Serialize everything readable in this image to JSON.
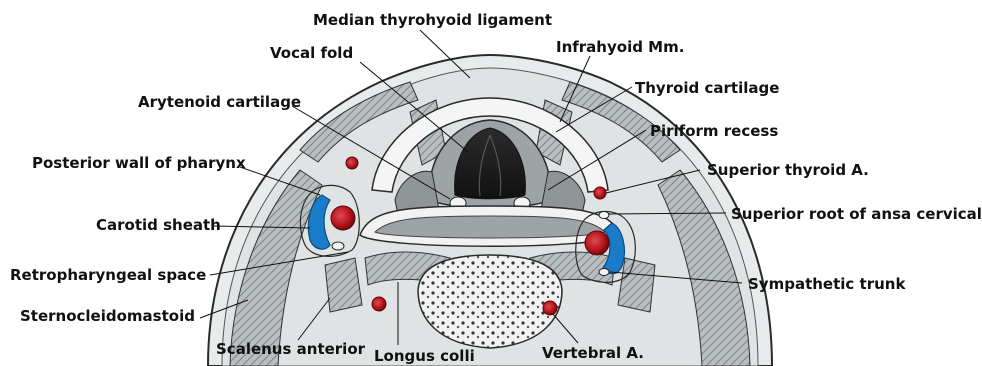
{
  "labels": {
    "median_thyrohyoid_ligament": "Median thyrohyoid ligament",
    "vocal_fold": "Vocal fold",
    "infrahyoid_mm": "Infrahyoid Mm.",
    "thyroid_cartilage": "Thyroid cartilage",
    "arytenoid_cartilage": "Arytenoid cartilage",
    "piriform_recess": "Piriform recess",
    "posterior_wall_of_pharynx": "Posterior wall of pharynx",
    "superior_thyroid_a": "Superior thyroid A.",
    "carotid_sheath": "Carotid sheath",
    "superior_root_of_ansa_cervicalis": "Superior root of ansa cervicalis",
    "retropharyngeal_space": "Retropharyngeal space",
    "sympathetic_trunk": "Sympathetic trunk",
    "sternocleidomastoid": "Sternocleidomastoid",
    "scalenus_anterior": "Scalenus anterior",
    "longus_colli": "Longus colli",
    "vertebral_a": "Vertebral A."
  },
  "colors": {
    "artery": "#b3121a",
    "sheath": "#1a7cc9",
    "muscle": "#9aa0a2",
    "tissue": "#e6e9ea",
    "outline": "#2a2a2a"
  }
}
